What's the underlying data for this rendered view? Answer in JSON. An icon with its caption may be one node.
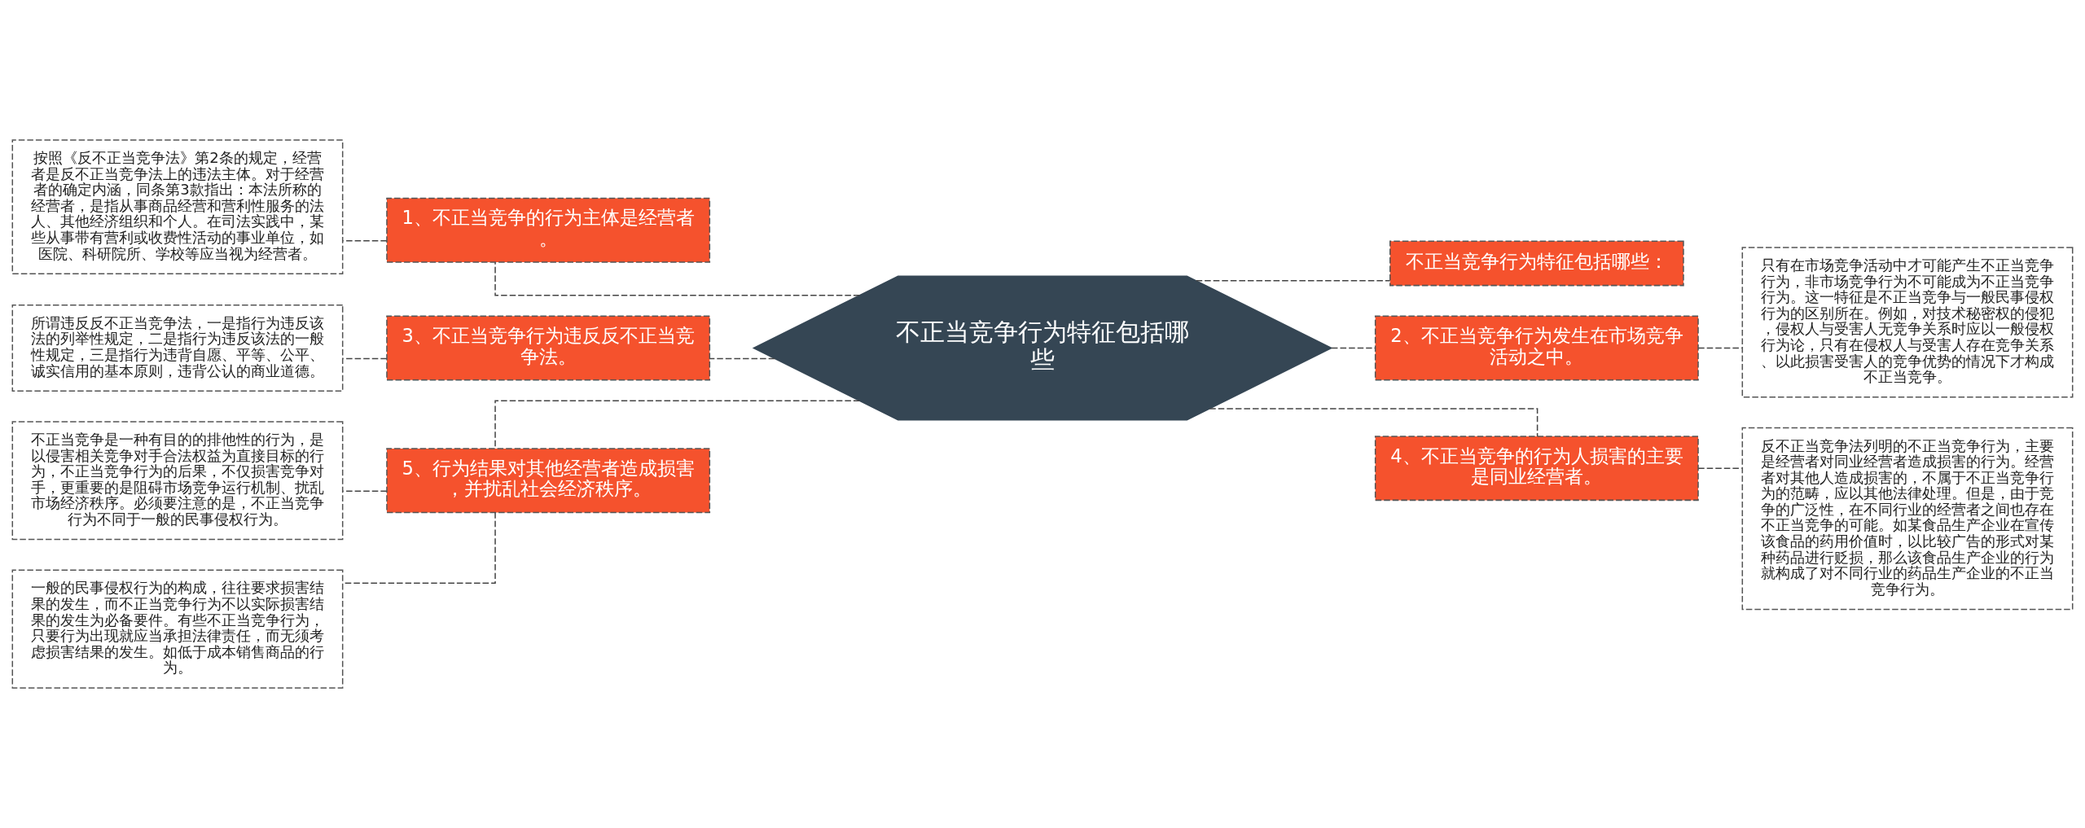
{
  "diagram": {
    "nodes": [
      {
        "text": [
          "不正当竞争行为特征包括哪些"
        ]
      },
      {
        "text": [
          "1、不正当竞争的行为主体是经营者。"
        ]
      },
      {
        "text": [
          "按照《反不正当竞争法》第2条的规定，经营者是反不正当竞争法上的违法主体。对于经营者的确定内涵，同条第3款指出：本法所称的经营者，是指从事商品经营和营利性服务的法人、其他经济组织和个人。在司法实践中，某些从事带有营利或收费性活动的事业单位，如医院、科研院所、学校等应当视为经营者。"
        ]
      },
      {
        "text": [
          "3、不正当竞争行为违反反不正当竞争法。"
        ]
      },
      {
        "text": [
          "所谓违反反不正当竞争法，一是指行为违反该法的列举性规定，二是指行为违反该法的一般性规定，三是指行为违背自愿、平等、公平、诚实信用的基本原则，违背公认的商业道德。"
        ]
      },
      {
        "text": [
          "5、行为结果对其他经营者造成损害，并扰乱社会经济秩序。"
        ]
      },
      {
        "text": [
          "不正当竞争是一种有目的的排他性的行为，是以侵害相关竞争对手合法权益为直接目标的行为，不正当竞争行为的后果，不仅损害竞争对手，更重要的是阻碍市场竞争运行机制、扰乱市场经济秩序。必须要注意的是，不正当竞争行为不同于一般的民事侵权行为。"
        ]
      },
      {
        "text": [
          "一般的民事侵权行为的构成，往往要求损害结果的发生，而不正当竞争行为不以实际损害结果的发生为必备要件。有些不正当竞争行为，只要行为出现就应当承担法律责任，而无须考虑损害结果的发生。如低于成本销售商品的行为。"
        ]
      },
      {
        "text": [
          "不正当竞争行为特征包括哪些："
        ]
      },
      {
        "text": [
          "2、不正当竞争行为发生在市场竞争活动之中。"
        ]
      },
      {
        "text": [
          "只有在市场竞争活动中才可能产生不正当竞争行为，非市场竞争行为不可能成为不正当竞争行为。这一特征是不正当竞争与一般民事侵权行为的区别所在。例如，对技术秘密权的侵犯，侵权人与受害人无竞争关系时应以一般侵权行为论，只有在侵权人与受害人存在竞争关系、以此损害受害人的竞争优势的情况下才构成不正当竞争。"
        ]
      },
      {
        "text": [
          "4、不正当竞争的行为人损害的主要是同业经营者。"
        ]
      },
      {
        "text": [
          "反不正当竞争法列明的不正当竞争行为，主要是经营者对同业经营者造成损害的行为。经营者对其他人造成损害的，不属于不正当竞争行为的范畴，应以其他法律处理。但是，由于竞争的广泛性，在不同行业的经营者之间也存在不正当竞争的可能。如某食品生产企业在宣传该食品的药用价值时，以比较广告的形式对某种药品进行贬损，那么该食品生产企业的行为就构成了对不同行业的药品生产企业的不正当竞争行为。"
        ]
      }
    ],
    "edges": [
      {
        "from": 0,
        "to": 1,
        "arrow": "none",
        "style": "dashed"
      },
      {
        "from": 1,
        "to": 2,
        "arrow": "none",
        "style": "dashed"
      },
      {
        "from": 0,
        "to": 3,
        "arrow": "none",
        "style": "dashed"
      },
      {
        "from": 3,
        "to": 4,
        "arrow": "none",
        "style": "dashed"
      },
      {
        "from": 0,
        "to": 5,
        "arrow": "none",
        "style": "dashed"
      },
      {
        "from": 5,
        "to": 6,
        "arrow": "none",
        "style": "dashed"
      },
      {
        "from": 5,
        "to": 7,
        "arrow": "none",
        "style": "dashed"
      },
      {
        "from": 0,
        "to": 8,
        "arrow": "none",
        "style": "dashed"
      },
      {
        "from": 0,
        "to": 9,
        "arrow": "none",
        "style": "dashed"
      },
      {
        "from": 9,
        "to": 10,
        "arrow": "none",
        "style": "dashed"
      },
      {
        "from": 0,
        "to": 11,
        "arrow": "none",
        "style": "dashed"
      },
      {
        "from": 11,
        "to": 12,
        "arrow": "none",
        "style": "dashed"
      }
    ]
  }
}
